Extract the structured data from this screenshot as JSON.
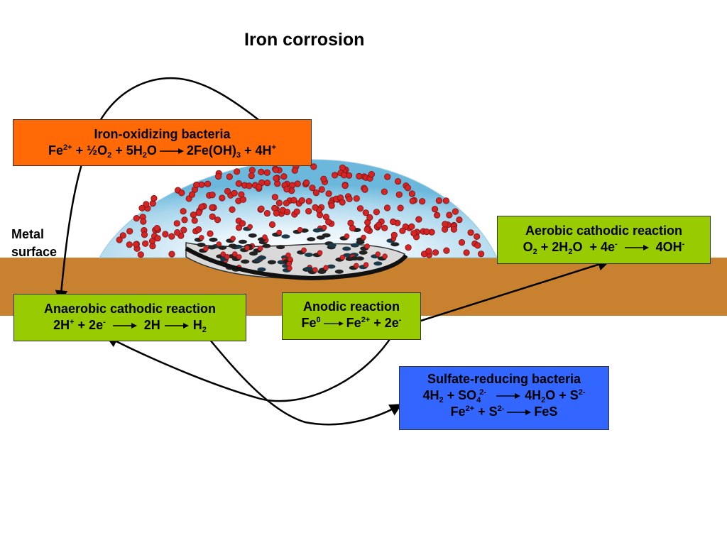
{
  "title": "Iron corrosion",
  "metal_label_line1": "Metal",
  "metal_label_line2": "surface",
  "iron_oxidizing": {
    "heading": "Iron-oxidizing bacteria",
    "eq": {
      "a": "Fe",
      "a_sup": "2+",
      "b": " + ½O",
      "b_sub": "2",
      "c": " + 5H",
      "c_sub": "2",
      "d": "O",
      "e": "2Fe(OH)",
      "e_sub": "3",
      "f": " + 4H",
      "f_sup": "+"
    }
  },
  "aerobic": {
    "heading": "Aerobic cathodic reaction",
    "eq": {
      "a": "O",
      "a_sub": "2",
      "b": " + 2H",
      "b_sub": "2",
      "c": "O  + 4e",
      "c_sup": "-",
      "d": "4OH",
      "d_sup": "-"
    }
  },
  "anaerobic": {
    "heading": "Anaerobic cathodic reaction",
    "eq": {
      "a": "2H",
      "a_sup": "+",
      "b": " + 2e",
      "b_sup": "-",
      "c": "2H",
      "d": "H",
      "d_sub": "2"
    }
  },
  "anodic": {
    "heading": "Anodic reaction",
    "eq": {
      "a": "Fe",
      "a_sup": "0",
      "b": "Fe",
      "b_sup": "2+",
      "c": " + 2e",
      "c_sup": "-"
    }
  },
  "sulfate": {
    "heading": "Sulfate-reducing bacteria",
    "eq1": {
      "a": "4H",
      "a_sub": "2",
      "b": " + SO",
      "b_sub": "4",
      "b_sup": "2-",
      "c": "4H",
      "c_sub": "2",
      "d": "O + S",
      "d_sup": "2-"
    },
    "eq2": {
      "a": "Fe",
      "a_sup": "2+",
      "b": " + S",
      "b_sup": "2-",
      "c": "FeS"
    }
  },
  "colors": {
    "metal": "#c8812f",
    "iron_oxidizing_box": "#ff6a06",
    "cathodic_box": "#99cc00",
    "sulfate_box": "#3366ff",
    "dome_edge": "#6bb8dc",
    "particle": "#d42424"
  }
}
